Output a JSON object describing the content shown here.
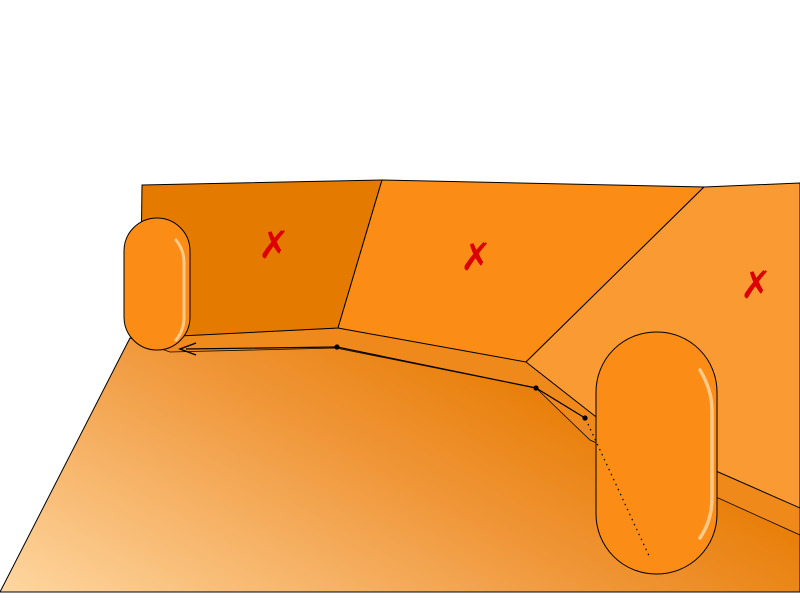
{
  "diagram": {
    "panel_marks": [
      {
        "panel": "left",
        "label": "✗"
      },
      {
        "panel": "middle",
        "label": "✗"
      },
      {
        "panel": "right",
        "label": "✗"
      }
    ],
    "colors": {
      "panel_left": "#e57a00",
      "panel_middle": "#fb8c15",
      "panel_right": "#f99a32",
      "floor_light": "#fed7a1",
      "floor_dark": "#e87d06",
      "trough": "#f08a1c",
      "capsule": "#fb8c15",
      "capsule_highlight": "#ffc98a",
      "mark": "#dd0000",
      "outline": "#000000"
    }
  }
}
